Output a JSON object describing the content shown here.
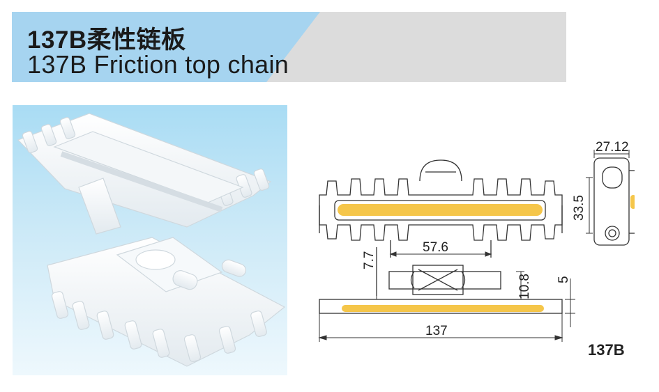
{
  "header": {
    "title_cn": "137B柔性链板",
    "title_en": "137B Friction top chain",
    "accent_color": "#a6d4f0",
    "band_color": "#dcdcdc"
  },
  "photo": {
    "subject": "chain-link-photo",
    "background_color": "#b9e2f6"
  },
  "drawing": {
    "dimensions": {
      "top_width": "27.12",
      "side_height": "33.5",
      "pitch_span": "57.6",
      "offset": "7.7",
      "hinge_height": "10.8",
      "plate_thickness": "5",
      "total_width": "137"
    },
    "model": "137B"
  }
}
